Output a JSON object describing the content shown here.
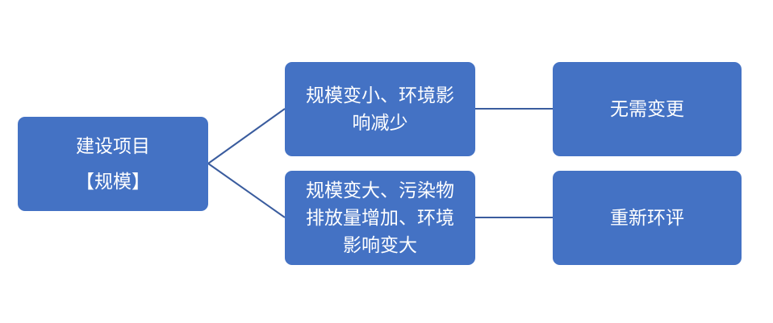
{
  "diagram": {
    "nodes": {
      "root": {
        "lines": [
          "建设项目",
          "【规模】"
        ]
      },
      "branch1": {
        "lines": [
          "规模变小、环境影",
          "响减少"
        ]
      },
      "branch2": {
        "lines": [
          "规模变大、污染物",
          "排放量增加、环境",
          "影响变大"
        ]
      },
      "result1": {
        "lines": [
          "无需变更"
        ]
      },
      "result2": {
        "lines": [
          "重新环评"
        ]
      }
    },
    "edges": [
      {
        "from": "root",
        "to": "branch1"
      },
      {
        "from": "root",
        "to": "branch2"
      },
      {
        "from": "branch1",
        "to": "result1"
      },
      {
        "from": "branch2",
        "to": "result2"
      }
    ],
    "colors": {
      "node_fill": "#4472c4",
      "node_text": "#ffffff",
      "connector": "#3a5c9e"
    }
  }
}
